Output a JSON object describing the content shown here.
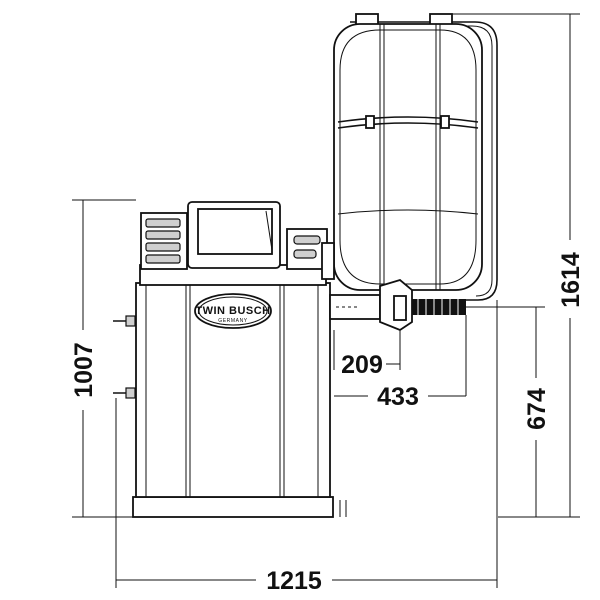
{
  "brand": {
    "name": "TWIN BUSCH",
    "sub": "GERMANY"
  },
  "dimensions": {
    "total_height": "1614",
    "cabinet_height": "1007",
    "shaft_height": "674",
    "total_width": "1215",
    "flange_offset": "209",
    "shaft_offset": "433"
  },
  "colors": {
    "line": "#111111",
    "background": "#ffffff"
  }
}
